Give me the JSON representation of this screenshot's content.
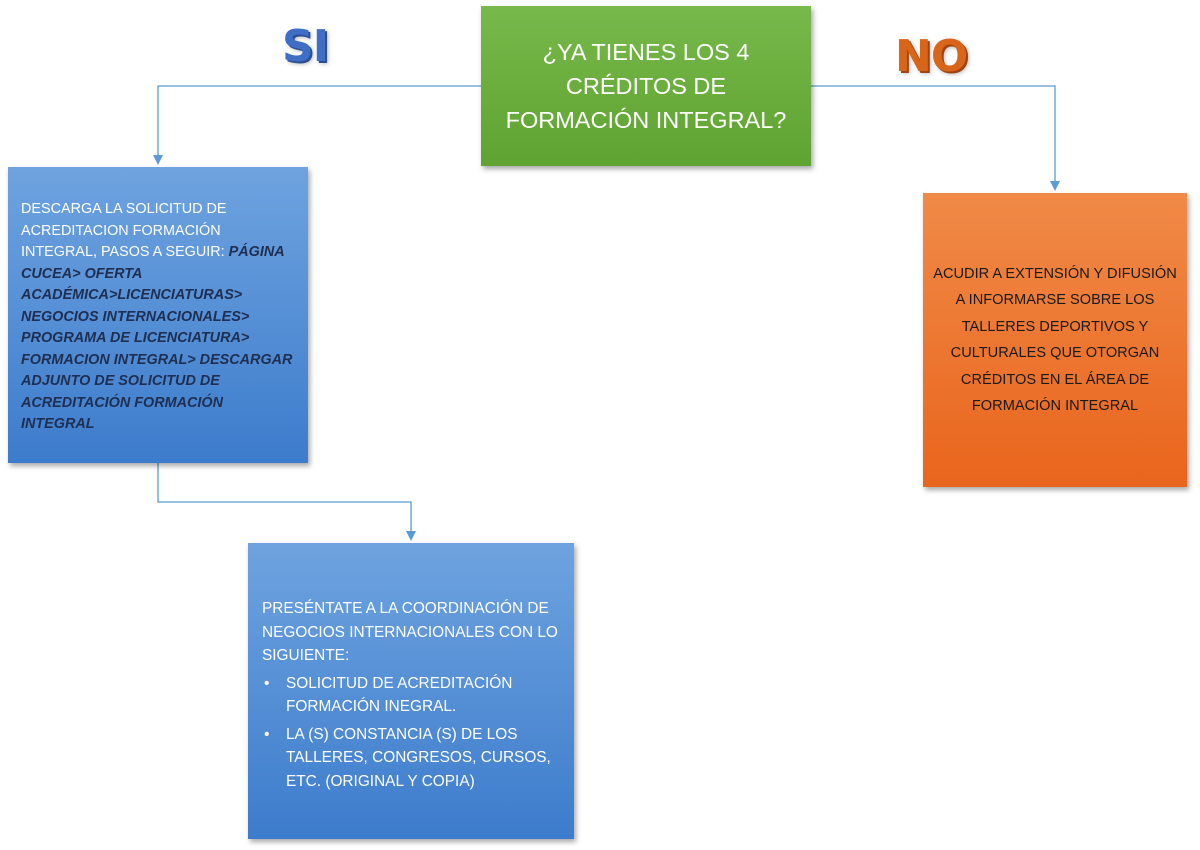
{
  "labels": {
    "si": "SI",
    "no": "NO"
  },
  "question": {
    "text": "¿YA TIENES LOS 4 CRÉDITOS DE FORMACIÓN INTEGRAL?"
  },
  "yes_box": {
    "intro": "DESCARGA LA SOLICITUD DE ACREDITACION FORMACIÓN INTEGRAL, PASOS A SEGUIR:",
    "steps": "PÁGINA CUCEA> OFERTA ACADÉMICA>LICENCIATURAS> NEGOCIOS INTERNACIONALES> PROGRAMA DE LICENCIATURA> FORMACION INTEGRAL> DESCARGAR ADJUNTO DE SOLICITUD DE ACREDITACIÓN FORMACIÓN INTEGRAL"
  },
  "no_box": {
    "text": "ACUDIR A EXTENSIÓN Y DIFUSIÓN A INFORMARSE SOBRE LOS TALLERES DEPORTIVOS Y CULTURALES QUE OTORGAN CRÉDITOS EN EL ÁREA DE FORMACIÓN INTEGRAL"
  },
  "present_box": {
    "intro": "PRESÉNTATE A LA COORDINACIÓN DE NEGOCIOS INTERNACIONALES CON LO SIGUIENTE:",
    "items": [
      "SOLICITUD DE ACREDITACIÓN FORMACIÓN INEGRAL.",
      "LA (S) CONSTANCIA (S) DE LOS TALLERES, CONGRESOS, CURSOS, ETC. (ORIGINAL Y COPIA)"
    ],
    "bullet": "•"
  },
  "colors": {
    "question_fill": "#6aae3d",
    "yes_fill": "#5590d6",
    "no_fill": "#ed7530",
    "connector": "#5b9bd5",
    "si_label": "#3f6ec6",
    "no_label": "#d9651b"
  }
}
